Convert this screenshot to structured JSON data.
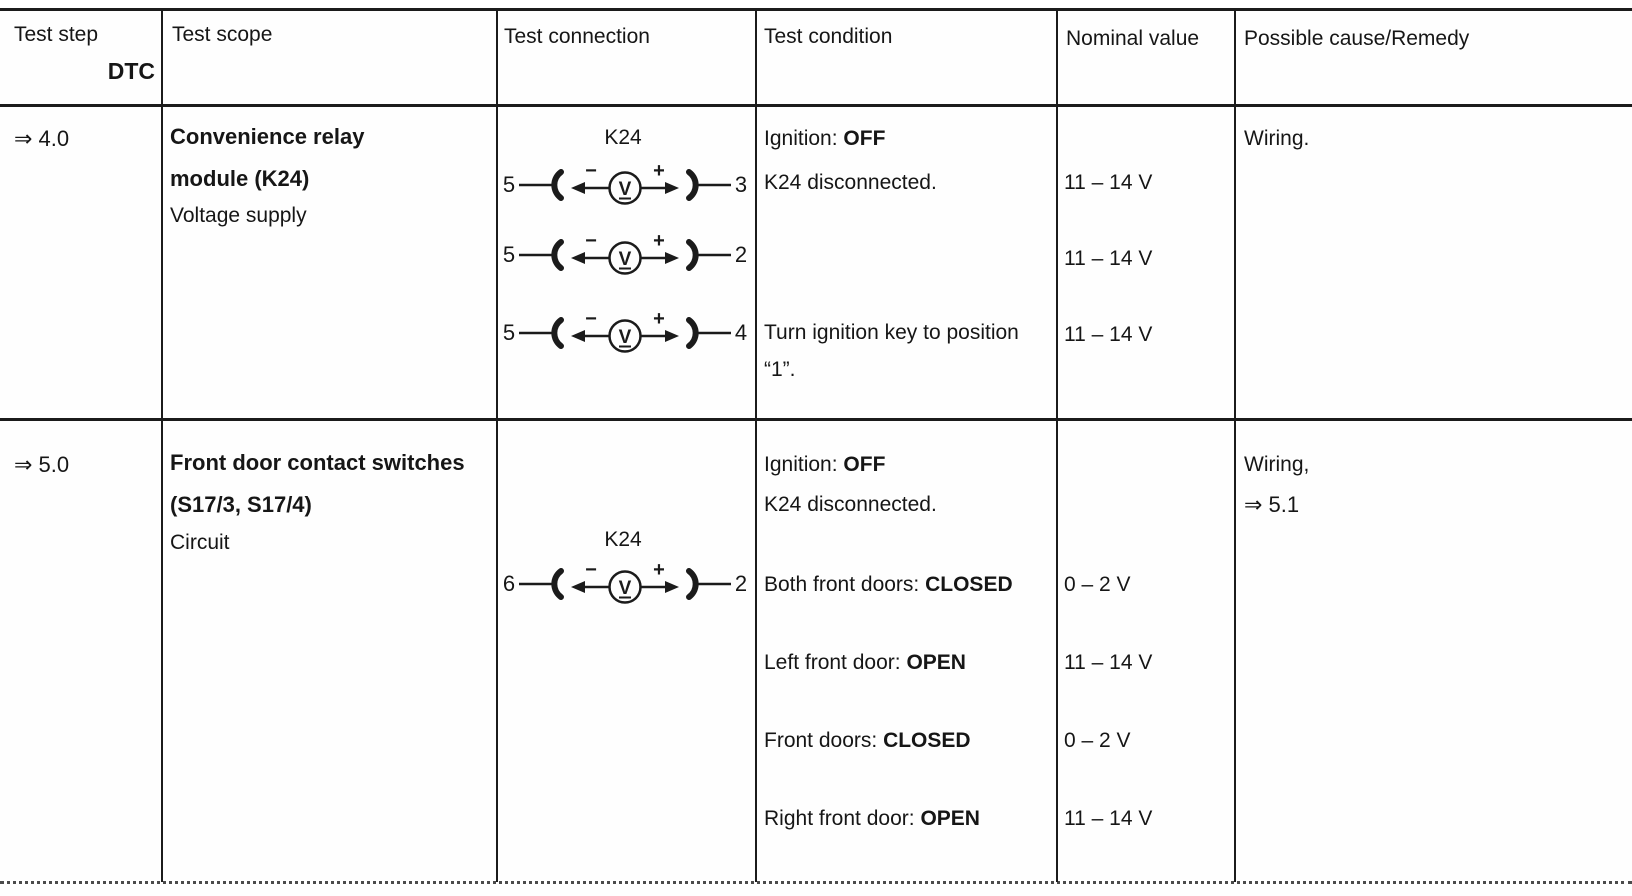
{
  "meter": {
    "unit": "V",
    "minus": "−",
    "plus": "+"
  },
  "header": {
    "test_step": "Test step",
    "dtc": "DTC",
    "test_scope": "Test scope",
    "test_connection": "Test connection",
    "test_condition": "Test condition",
    "nominal_value": "Nominal value",
    "possible_cause": "Possible cause/Remedy"
  },
  "rows": [
    {
      "step": "⇒ 4.0",
      "scope": {
        "bold1": "Convenience relay",
        "bold2": "module (K24)",
        "plain": "Voltage supply"
      },
      "connection_label": "K24",
      "connections": [
        {
          "left_pin": "5",
          "right_pin": "3"
        },
        {
          "left_pin": "5",
          "right_pin": "2"
        },
        {
          "left_pin": "5",
          "right_pin": "4"
        }
      ],
      "condition": {
        "ignition_label": "Ignition:",
        "ignition_state": "OFF",
        "line2": "K24 disconnected.",
        "line3a": "Turn ignition key to position",
        "line3b": "“1”."
      },
      "nominals": [
        "11 – 14 V",
        "11 – 14 V",
        "11 – 14 V"
      ],
      "remedy1": "Wiring."
    },
    {
      "step": "⇒ 5.0",
      "scope": {
        "bold1": "Front door contact switches",
        "bold2": "(S17/3, S17/4)",
        "plain": "Circuit"
      },
      "connection_label": "K24",
      "connections": [
        {
          "left_pin": "6",
          "right_pin": "2"
        }
      ],
      "condition": {
        "ignition_label": "Ignition:",
        "ignition_state": "OFF",
        "line2": "K24 disconnected."
      },
      "checks": [
        {
          "label": "Both front doors:",
          "state": "CLOSED",
          "nominal": "0 – 2 V"
        },
        {
          "label": "Left front door:",
          "state": "OPEN",
          "nominal": "11 – 14 V"
        },
        {
          "label": "Front doors:",
          "state": "CLOSED",
          "nominal": "0 – 2 V"
        },
        {
          "label": "Right front door:",
          "state": "OPEN",
          "nominal": "11 – 14 V"
        }
      ],
      "remedy1": "Wiring,",
      "remedy2": "⇒ 5.1"
    }
  ]
}
